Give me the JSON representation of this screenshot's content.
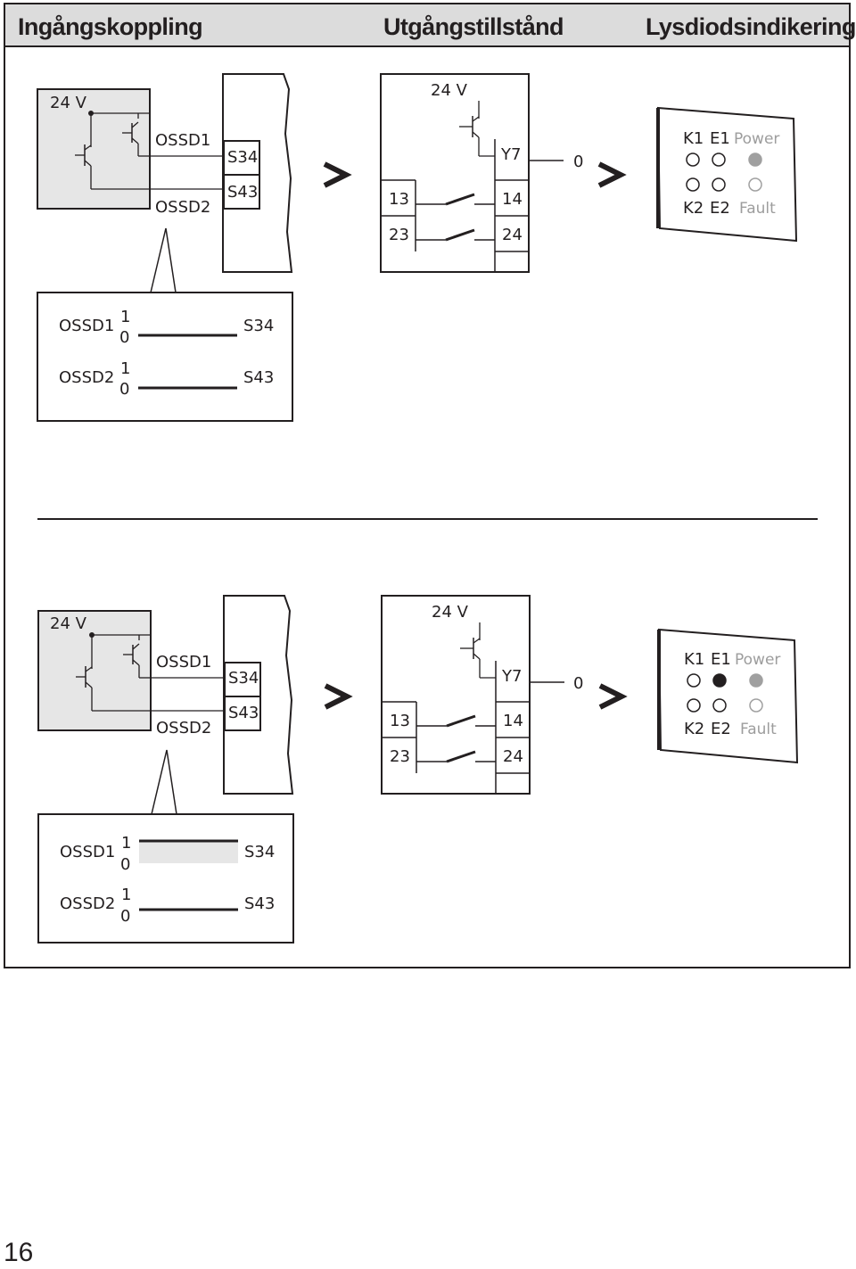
{
  "header": {
    "col1": "Ingångskoppling",
    "col2": "Utgångstillstånd",
    "col3": "Lysdiodsindikering"
  },
  "page_number": "16",
  "scenarios": [
    {
      "sensor_voltage": "24 V",
      "ossd1_label": "OSSD1",
      "ossd2_label": "OSSD2",
      "terminal_s34": "S34",
      "terminal_s43": "S43",
      "relay_voltage": "24 V",
      "y7_label": "Y7",
      "y7_state": "0",
      "contact_13": "13",
      "contact_14": "14",
      "contact_23": "23",
      "contact_24": "24",
      "led_k1": "K1",
      "led_e1": "E1",
      "led_power": "Power",
      "led_k2": "K2",
      "led_e2": "E2",
      "led_fault": "Fault",
      "led_state": {
        "K1": "off",
        "E1": "off",
        "Power": "on-grey",
        "K2": "off",
        "E2": "off",
        "Fault": "off"
      },
      "timing": {
        "row1": {
          "name": "OSSD1",
          "level_high": "1",
          "level_low": "0",
          "terminal": "S34",
          "signal": "low"
        },
        "row2": {
          "name": "OSSD2",
          "level_high": "1",
          "level_low": "0",
          "terminal": "S43",
          "signal": "low"
        }
      }
    },
    {
      "sensor_voltage": "24 V",
      "ossd1_label": "OSSD1",
      "ossd2_label": "OSSD2",
      "terminal_s34": "S34",
      "terminal_s43": "S43",
      "relay_voltage": "24 V",
      "y7_label": "Y7",
      "y7_state": "0",
      "contact_13": "13",
      "contact_14": "14",
      "contact_23": "23",
      "contact_24": "24",
      "led_k1": "K1",
      "led_e1": "E1",
      "led_power": "Power",
      "led_k2": "K2",
      "led_e2": "E2",
      "led_fault": "Fault",
      "led_state": {
        "K1": "off",
        "E1": "on-black",
        "Power": "on-grey",
        "K2": "off",
        "E2": "off",
        "Fault": "off"
      },
      "timing": {
        "row1": {
          "name": "OSSD1",
          "level_high": "1",
          "level_low": "0",
          "terminal": "S34",
          "signal": "pulse-grey"
        },
        "row2": {
          "name": "OSSD2",
          "level_high": "1",
          "level_low": "0",
          "terminal": "S43",
          "signal": "low"
        }
      }
    }
  ]
}
